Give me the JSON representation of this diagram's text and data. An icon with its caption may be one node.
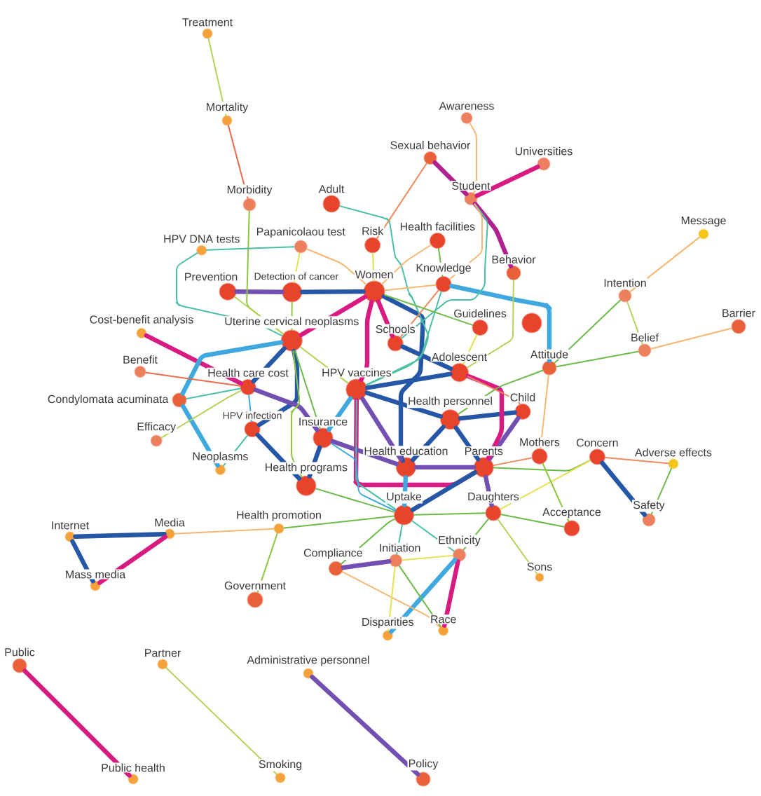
{
  "diagram": {
    "nodes": [
      {
        "text": [
          "Treatment"
        ]
      },
      {
        "text": [
          "Mortality"
        ]
      },
      {
        "text": [
          "Awareness"
        ]
      },
      {
        "text": [
          "Universities"
        ]
      },
      {
        "text": [
          "Sexual behavior"
        ]
      },
      {
        "text": [
          "Morbidity"
        ]
      },
      {
        "text": [
          "Message"
        ]
      },
      {
        "text": [
          "Student"
        ]
      },
      {
        "text": [
          "Adult"
        ]
      },
      {
        "text": [
          "HPV DNA tests"
        ]
      },
      {
        "text": [
          "Risk"
        ]
      },
      {
        "text": [
          "Papanicolaou test"
        ]
      },
      {
        "text": [
          "Behavior"
        ]
      },
      {
        "text": [
          "Health facilities"
        ]
      },
      {
        "text": [
          "Intention"
        ]
      },
      {
        "text": [
          "Prevention"
        ]
      },
      {
        "text": [
          "Detection of cancer"
        ]
      },
      {
        "text": [
          "Women"
        ]
      },
      {
        "text": [
          "Cost-benefit analysis"
        ]
      },
      {
        "text": [
          "Knowledge"
        ]
      },
      {
        "text": [
          "Barrier"
        ]
      },
      {
        "text": [],
        "shape": "circle"
      },
      {
        "text": [
          "Uterine cervical neoplasms"
        ]
      },
      {
        "text": [
          "Schools"
        ]
      },
      {
        "text": [
          "Guidelines"
        ]
      },
      {
        "text": [
          "Belief"
        ]
      },
      {
        "text": [
          "Attitude"
        ]
      },
      {
        "text": [
          "Benefit"
        ]
      },
      {
        "text": [
          "Adolescent"
        ]
      },
      {
        "text": [
          "HPV vaccines"
        ]
      },
      {
        "text": [
          "Health care cost"
        ]
      },
      {
        "text": [
          "Health personnel"
        ]
      },
      {
        "text": [
          "Condylomata acuminata"
        ]
      },
      {
        "text": [
          "Insurance"
        ]
      },
      {
        "text": [
          "HPV infection"
        ]
      },
      {
        "text": [
          "Child"
        ]
      },
      {
        "text": [
          "Health education"
        ]
      },
      {
        "text": [
          "Parents"
        ]
      },
      {
        "text": [
          "Efficacy"
        ]
      },
      {
        "text": [
          "Neoplasms"
        ]
      },
      {
        "text": [
          "Health programs"
        ]
      },
      {
        "text": [
          "Mothers"
        ]
      },
      {
        "text": [
          "Concern"
        ]
      },
      {
        "text": [
          "Adverse effects"
        ]
      },
      {
        "text": [
          "Uptake"
        ]
      },
      {
        "text": [
          "Daughters"
        ]
      },
      {
        "text": [
          "Health promotion"
        ]
      },
      {
        "text": [
          "Acceptance"
        ]
      },
      {
        "text": [
          "Safety"
        ]
      },
      {
        "text": [
          "Internet"
        ]
      },
      {
        "text": [
          "Media"
        ]
      },
      {
        "text": [
          "Compliance"
        ]
      },
      {
        "text": [
          "Ethnicity"
        ]
      },
      {
        "text": [
          "Initiation"
        ]
      },
      {
        "text": [
          "Sons"
        ]
      },
      {
        "text": [
          "Mass media"
        ]
      },
      {
        "text": [
          "Government"
        ]
      },
      {
        "text": [
          "Race"
        ]
      },
      {
        "text": [
          "Disparities"
        ]
      },
      {
        "text": [
          "Public"
        ]
      },
      {
        "text": [
          "Partner"
        ]
      },
      {
        "text": [
          "Administrative personnel"
        ]
      },
      {
        "text": [
          "Public health"
        ]
      },
      {
        "text": [
          "Smoking"
        ]
      },
      {
        "text": [
          "Policy"
        ]
      }
    ],
    "edges": [
      {
        "from": 0,
        "to": 1,
        "arrow": "none",
        "color": "#b5d35a"
      },
      {
        "from": 1,
        "to": 5,
        "arrow": "none",
        "color": "#ec6a4c"
      },
      {
        "from": 5,
        "to": 22,
        "arrow": "none",
        "color": "#8dc63f"
      },
      {
        "from": 9,
        "to": 11,
        "arrow": "none",
        "color": "#4bbfa6"
      },
      {
        "from": 9,
        "to": 22,
        "arrow": "none",
        "color": "#4bbfa6"
      },
      {
        "from": 8,
        "to": 29,
        "arrow": "none",
        "color": "#4bbfa6"
      },
      {
        "from": 4,
        "to": 10,
        "arrow": "none",
        "color": "#ef8a5e"
      },
      {
        "from": 4,
        "to": 7,
        "arrow": "none",
        "color": "#b0218f",
        "style": "thick"
      },
      {
        "from": 3,
        "to": 7,
        "arrow": "none",
        "color": "#d81b80",
        "style": "thick"
      },
      {
        "from": 2,
        "to": 7,
        "arrow": "none",
        "color": "#f6b772"
      },
      {
        "from": 7,
        "to": 12,
        "arrow": "none",
        "color": "#b0218f",
        "style": "thick"
      },
      {
        "from": 7,
        "to": 23,
        "arrow": "none",
        "color": "#4bbfa6"
      },
      {
        "from": 7,
        "to": 19,
        "arrow": "none",
        "color": "#f6b772"
      },
      {
        "from": 12,
        "to": 28,
        "arrow": "none",
        "color": "#b5d35a"
      },
      {
        "from": 6,
        "to": 14,
        "arrow": "none",
        "color": "#f6b772"
      },
      {
        "from": 14,
        "to": 25,
        "arrow": "none",
        "color": "#b5d35a"
      },
      {
        "from": 14,
        "to": 26,
        "arrow": "none",
        "color": "#6cbb4a"
      },
      {
        "from": 25,
        "to": 26,
        "arrow": "none",
        "color": "#6cbb4a"
      },
      {
        "from": 20,
        "to": 25,
        "arrow": "none",
        "color": "#f6b772"
      },
      {
        "from": 19,
        "to": 26,
        "arrow": "none",
        "color": "#3fa9df",
        "style": "thick"
      },
      {
        "from": 26,
        "to": 31,
        "arrow": "none",
        "color": "#6cbb4a"
      },
      {
        "from": 26,
        "to": 41,
        "arrow": "none",
        "color": "#f6b772"
      },
      {
        "from": 42,
        "to": 43,
        "arrow": "none",
        "color": "#ef8a5e"
      },
      {
        "from": 42,
        "to": 48,
        "arrow": "none",
        "color": "#2656a6",
        "style": "thick"
      },
      {
        "from": 43,
        "to": 48,
        "arrow": "none",
        "color": "#6cbb4a"
      },
      {
        "from": 37,
        "to": 42,
        "arrow": "none",
        "color": "#6cbb4a"
      },
      {
        "from": 42,
        "to": 45,
        "arrow": "none",
        "color": "#e4e050"
      },
      {
        "from": 41,
        "to": 47,
        "arrow": "none",
        "color": "#8dc63f"
      },
      {
        "from": 45,
        "to": 47,
        "arrow": "none",
        "color": "#6cbb4a"
      },
      {
        "from": 45,
        "to": 54,
        "arrow": "none",
        "color": "#b5d35a"
      },
      {
        "from": 45,
        "to": 52,
        "arrow": "none",
        "color": "#6cbb4a"
      },
      {
        "from": 44,
        "to": 45,
        "arrow": "none",
        "color": "#6cbb4a"
      },
      {
        "from": 37,
        "to": 45,
        "arrow": "none",
        "color": "#7150b2",
        "style": "thick"
      },
      {
        "from": 37,
        "to": 41,
        "arrow": "none",
        "color": "#ef8a5e"
      },
      {
        "from": 37,
        "to": 35,
        "arrow": "none",
        "color": "#7150b2",
        "style": "thick"
      },
      {
        "from": 31,
        "to": 35,
        "arrow": "none",
        "color": "#2656a6",
        "style": "thick"
      },
      {
        "from": 28,
        "to": 35,
        "arrow": "none",
        "color": "#ef8a5e"
      },
      {
        "from": 44,
        "to": 52,
        "arrow": "none",
        "color": "#4bbfa6"
      },
      {
        "from": 18,
        "to": 30,
        "arrow": "none",
        "color": "#d81b80",
        "style": "thick"
      },
      {
        "from": 27,
        "to": 30,
        "arrow": "none",
        "color": "#ec6a4c"
      },
      {
        "from": 32,
        "to": 30,
        "arrow": "none",
        "color": "#4bbfa6"
      },
      {
        "from": 32,
        "to": 22,
        "arrow": "none",
        "color": "#3fa9df",
        "style": "thick"
      },
      {
        "from": 38,
        "to": 30,
        "arrow": "none",
        "color": "#b5d35a"
      },
      {
        "from": 32,
        "to": 39,
        "arrow": "none",
        "color": "#3fa9df",
        "style": "thick"
      },
      {
        "from": 39,
        "to": 34,
        "arrow": "none",
        "color": "#4bbfa6"
      },
      {
        "from": 50,
        "to": 46,
        "arrow": "none",
        "color": "#f6b772"
      },
      {
        "from": 46,
        "to": 56,
        "arrow": "none",
        "color": "#8dc63f"
      },
      {
        "from": 46,
        "to": 44,
        "arrow": "none",
        "color": "#6cbb4a"
      },
      {
        "from": 49,
        "to": 50,
        "arrow": "none",
        "color": "#2656a6",
        "style": "thick"
      },
      {
        "from": 49,
        "to": 55,
        "arrow": "none",
        "color": "#2656a6",
        "style": "thick"
      },
      {
        "from": 50,
        "to": 55,
        "arrow": "none",
        "color": "#d81b80",
        "style": "thick"
      },
      {
        "from": 51,
        "to": 53,
        "arrow": "none",
        "color": "#7150b2",
        "style": "thick"
      },
      {
        "from": 51,
        "to": 57,
        "arrow": "none",
        "color": "#f6b772"
      },
      {
        "from": 53,
        "to": 52,
        "arrow": "none",
        "color": "#e4e050"
      },
      {
        "from": 53,
        "to": 58,
        "arrow": "none",
        "color": "#e4e050"
      },
      {
        "from": 53,
        "to": 57,
        "arrow": "none",
        "color": "#6cbb4a"
      },
      {
        "from": 52,
        "to": 57,
        "arrow": "none",
        "color": "#d81b80",
        "style": "thick"
      },
      {
        "from": 52,
        "to": 58,
        "arrow": "none",
        "color": "#3fa9df",
        "style": "thick"
      },
      {
        "from": 51,
        "to": 44,
        "arrow": "none",
        "color": "#6cbb4a"
      },
      {
        "from": 53,
        "to": 44,
        "arrow": "none",
        "color": "#4bbfa6"
      },
      {
        "from": 59,
        "to": 62,
        "arrow": "none",
        "color": "#d81b80",
        "style": "thick"
      },
      {
        "from": 60,
        "to": 63,
        "arrow": "none",
        "color": "#b5d35a"
      },
      {
        "from": 61,
        "to": 64,
        "arrow": "none",
        "color": "#7150b2",
        "style": "thick"
      },
      {
        "from": 15,
        "to": 16,
        "arrow": "none",
        "color": "#7150b2",
        "style": "thick"
      },
      {
        "from": 16,
        "to": 17,
        "arrow": "none",
        "color": "#2656a6",
        "style": "thick"
      },
      {
        "from": 15,
        "to": 22,
        "arrow": "none",
        "color": "#b5d35a"
      },
      {
        "from": 16,
        "to": 22,
        "arrow": "none",
        "color": "#8dc63f"
      },
      {
        "from": 17,
        "to": 22,
        "arrow": "none",
        "color": "#d81b80",
        "style": "thick"
      },
      {
        "from": 17,
        "to": 29,
        "arrow": "none",
        "color": "#d81b80",
        "style": "thick"
      },
      {
        "from": 17,
        "to": 23,
        "arrow": "none",
        "color": "#d81b80",
        "style": "thick"
      },
      {
        "from": 17,
        "to": 19,
        "arrow": "none",
        "color": "#f6b772"
      },
      {
        "from": 17,
        "to": 36,
        "arrow": "none",
        "color": "#2656a6",
        "style": "thick"
      },
      {
        "from": 13,
        "to": 17,
        "arrow": "none",
        "color": "#f6b772"
      },
      {
        "from": 13,
        "to": 19,
        "arrow": "none",
        "color": "#6cbb4a"
      },
      {
        "from": 10,
        "to": 17,
        "arrow": "none",
        "color": "#e4e050"
      },
      {
        "from": 11,
        "to": 17,
        "arrow": "none",
        "color": "#f6b772"
      },
      {
        "from": 11,
        "to": 16,
        "arrow": "none",
        "color": "#e4e050"
      },
      {
        "from": 22,
        "to": 30,
        "arrow": "none",
        "color": "#2656a6",
        "style": "thick"
      },
      {
        "from": 22,
        "to": 34,
        "arrow": "none",
        "color": "#2656a6",
        "style": "thick"
      },
      {
        "from": 22,
        "to": 29,
        "arrow": "none",
        "color": "#b5d35a"
      },
      {
        "from": 22,
        "to": 33,
        "arrow": "none",
        "color": "#6cbb4a"
      },
      {
        "from": 22,
        "to": 40,
        "arrow": "none",
        "color": "#8dc63f"
      },
      {
        "from": 29,
        "to": 31,
        "arrow": "none",
        "color": "#2656a6",
        "style": "thick"
      },
      {
        "from": 29,
        "to": 28,
        "arrow": "none",
        "color": "#2656a6",
        "style": "thick"
      },
      {
        "from": 29,
        "to": 37,
        "arrow": "none",
        "color": "#d81b80",
        "style": "thick"
      },
      {
        "from": 29,
        "to": 33,
        "arrow": "none",
        "color": "#3fa9df",
        "style": "thick"
      },
      {
        "from": 29,
        "to": 36,
        "arrow": "none",
        "color": "#7150b2",
        "style": "thick"
      },
      {
        "from": 29,
        "to": 44,
        "arrow": "none",
        "color": "#4bbfa6"
      },
      {
        "from": 30,
        "to": 33,
        "arrow": "none",
        "color": "#7150b2",
        "style": "thick"
      },
      {
        "from": 30,
        "to": 34,
        "arrow": "none",
        "color": "#3fa9df"
      },
      {
        "from": 33,
        "to": 36,
        "arrow": "none",
        "color": "#7150b2",
        "style": "thick"
      },
      {
        "from": 33,
        "to": 40,
        "arrow": "none",
        "color": "#2656a6",
        "style": "thick"
      },
      {
        "from": 33,
        "to": 44,
        "arrow": "none",
        "color": "#3fa9df"
      },
      {
        "from": 34,
        "to": 40,
        "arrow": "none",
        "color": "#2656a6",
        "style": "thick"
      },
      {
        "from": 36,
        "to": 37,
        "arrow": "none",
        "color": "#7150b2",
        "style": "thick"
      },
      {
        "from": 36,
        "to": 31,
        "arrow": "none",
        "color": "#2656a6",
        "style": "thick"
      },
      {
        "from": 36,
        "to": 44,
        "arrow": "none",
        "color": "#3fa9df",
        "style": "thick"
      },
      {
        "from": 31,
        "to": 37,
        "arrow": "none",
        "color": "#2656a6",
        "style": "thick"
      },
      {
        "from": 28,
        "to": 37,
        "arrow": "none",
        "color": "#d81b80",
        "style": "thick"
      },
      {
        "from": 28,
        "to": 24,
        "arrow": "none",
        "color": "#e4e050"
      },
      {
        "from": 23,
        "to": 28,
        "arrow": "none",
        "color": "#2656a6",
        "style": "thick"
      },
      {
        "from": 23,
        "to": 19,
        "arrow": "none",
        "color": "#ef8a5e"
      },
      {
        "from": 19,
        "to": 29,
        "arrow": "none",
        "color": "#4bbfa6"
      },
      {
        "from": 40,
        "to": 44,
        "arrow": "none",
        "color": "#6cbb4a"
      },
      {
        "from": 44,
        "to": 37,
        "arrow": "none",
        "color": "#2656a6",
        "style": "thick"
      },
      {
        "from": 17,
        "to": 24,
        "arrow": "none",
        "color": "#6cbb4a"
      }
    ]
  }
}
